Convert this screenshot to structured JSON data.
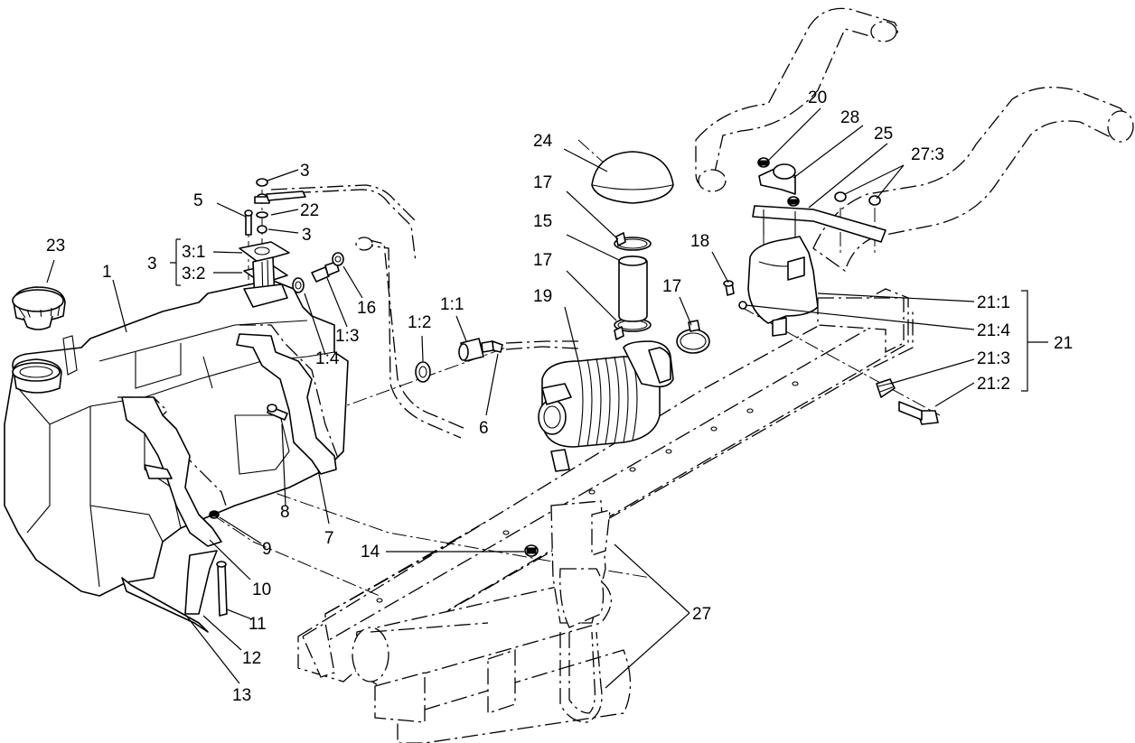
{
  "callouts": {
    "c1": "1",
    "c1_1": "1:1",
    "c1_2": "1:2",
    "c1_3": "1:3",
    "c1_4": "1:4",
    "c3_top": "3",
    "c3_mid": "3",
    "c3_group": "3",
    "c3_1": "3:1",
    "c3_2": "3:2",
    "c5": "5",
    "c6": "6",
    "c7": "7",
    "c8": "8",
    "c9": "9",
    "c10": "10",
    "c11": "11",
    "c12": "12",
    "c13": "13",
    "c14": "14",
    "c15": "15",
    "c16": "16",
    "c17_a": "17",
    "c17_b": "17",
    "c17_c": "17",
    "c18": "18",
    "c19": "19",
    "c20": "20",
    "c21": "21",
    "c21_1": "21:1",
    "c21_2": "21:2",
    "c21_3": "21:3",
    "c21_4": "21:4",
    "c22": "22",
    "c23": "23",
    "c24": "24",
    "c25": "25",
    "c27": "27",
    "c27_3": "27:3",
    "c28": "28"
  }
}
